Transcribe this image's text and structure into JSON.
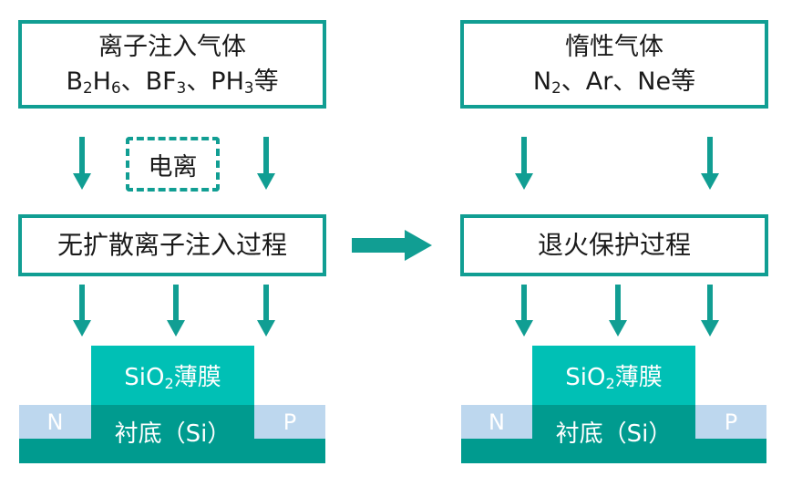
{
  "left": {
    "source_box": {
      "line1": "离子注入气体",
      "line2_parts": [
        {
          "text": "B"
        },
        {
          "sub": "2"
        },
        {
          "text": "H"
        },
        {
          "sub": "6"
        },
        {
          "text": "、BF"
        },
        {
          "sub": "3"
        },
        {
          "text": "、PH"
        },
        {
          "sub": "3"
        },
        {
          "text": "等"
        }
      ]
    },
    "ionization_label": "电离",
    "process_box": "无扩散离子注入过程",
    "structure": {
      "film_parts": [
        {
          "text": "SiO"
        },
        {
          "sub": "2"
        },
        {
          "text": "薄膜"
        }
      ],
      "n_region": "N",
      "p_region": "P",
      "substrate": "衬底（Si）"
    }
  },
  "right": {
    "source_box": {
      "line1": "惰性气体",
      "line2_parts": [
        {
          "text": "N"
        },
        {
          "sub": "2"
        },
        {
          "text": "、Ar、Ne等"
        }
      ]
    },
    "process_box": "退火保护过程",
    "structure": {
      "film_parts": [
        {
          "text": "SiO"
        },
        {
          "sub": "2"
        },
        {
          "text": "薄膜"
        }
      ],
      "n_region": "N",
      "p_region": "P",
      "substrate": "衬底（Si）"
    }
  },
  "colors": {
    "accent": "#119e93",
    "film": "#00c0b5",
    "substrate": "#009b8f",
    "doped_region": "#bdd7ee"
  }
}
